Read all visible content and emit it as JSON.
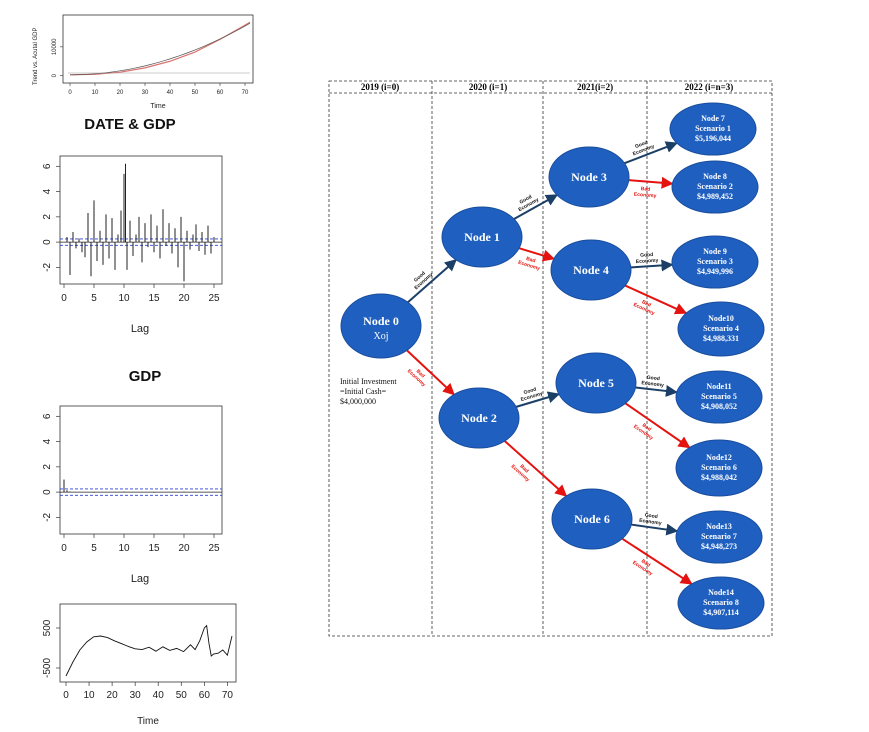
{
  "charts": {
    "trend": {
      "ylabel": "Trend vs. Acutal GDP",
      "xlabel": "Time",
      "xticks": [
        "0",
        "10",
        "20",
        "30",
        "40",
        "50",
        "60",
        "70"
      ],
      "yticks": [
        "0",
        "10000"
      ]
    },
    "acf1": {
      "title": "DATE & GDP",
      "xlabel": "Lag",
      "xticks": [
        "0",
        "5",
        "10",
        "15",
        "20",
        "25"
      ],
      "yticks": [
        "-2",
        "0",
        "2",
        "4",
        "6"
      ]
    },
    "acf2": {
      "title": "GDP",
      "xlabel": "Lag",
      "xticks": [
        "0",
        "5",
        "10",
        "15",
        "20",
        "25"
      ],
      "yticks": [
        "-2",
        "0",
        "2",
        "4",
        "6"
      ]
    },
    "resid": {
      "xlabel": "Time",
      "xticks": [
        "0",
        "10",
        "20",
        "30",
        "40",
        "50",
        "60",
        "70"
      ],
      "yticks": [
        "-500",
        "500"
      ]
    }
  },
  "chart_data": [
    {
      "type": "line",
      "xlabel": "Time",
      "ylabel": "Trend vs. Acutal GDP",
      "xlim": [
        0,
        72
      ],
      "ylim": [
        -1500,
        20000
      ],
      "series": [
        {
          "x": [
            0,
            10,
            20,
            30,
            40,
            50,
            60,
            72
          ],
          "y": [
            300,
            500,
            1200,
            2700,
            5000,
            8200,
            12600,
            18500
          ]
        }
      ]
    },
    {
      "type": "bar",
      "title": "DATE & GDP",
      "xlabel": "Lag",
      "xlim": [
        0,
        26
      ],
      "ylim": [
        -3,
        6.5
      ],
      "x": [
        0.5,
        1,
        1.5,
        2,
        2.5,
        3,
        3.5,
        4,
        4.5,
        5,
        5.5,
        6,
        6.5,
        7,
        7.5,
        8,
        8.5,
        9,
        9.5,
        10,
        10.25,
        10.5,
        11,
        11.5,
        12,
        12.5,
        13,
        13.5,
        14,
        14.5,
        15,
        15.5,
        16,
        16.5,
        17,
        17.5,
        18,
        18.5,
        19,
        19.5,
        20,
        20.5,
        21,
        21.5,
        22,
        22.5,
        23,
        23.5,
        24,
        24.5,
        25
      ],
      "values": [
        0.4,
        -2.6,
        0.8,
        -0.5,
        0.3,
        -0.8,
        -1.2,
        2.3,
        -2.7,
        3.3,
        -1.5,
        0.9,
        -1.8,
        2.2,
        -1.3,
        1.9,
        -2.2,
        0.6,
        2.5,
        5.4,
        6.2,
        -2.2,
        1.7,
        -1.1,
        0.6,
        2.0,
        -1.6,
        1.5,
        -0.4,
        2.2,
        -0.8,
        1.3,
        -1.3,
        2.6,
        -0.3,
        1.5,
        -0.9,
        1.1,
        -2.0,
        2.0,
        -3.1,
        0.9,
        -0.6,
        0.6,
        1.4,
        -0.7,
        0.8,
        -1.0,
        1.3,
        -0.9,
        0.4
      ]
    },
    {
      "type": "bar",
      "title": "GDP",
      "xlabel": "Lag",
      "xlim": [
        0,
        26
      ],
      "ylim": [
        -3,
        6.5
      ],
      "x": [
        0,
        0.5,
        1,
        5,
        10,
        15,
        20,
        25
      ],
      "values": [
        1.0,
        0.15,
        0.05,
        -0.05,
        0.05,
        -0.05,
        0.04,
        -0.03
      ]
    },
    {
      "type": "line",
      "xlabel": "Time",
      "xlim": [
        0,
        72
      ],
      "ylim": [
        -750,
        1000
      ],
      "series": [
        {
          "x": [
            0,
            3,
            6,
            9,
            12,
            15,
            18,
            21,
            24,
            27,
            30,
            33,
            36,
            39,
            42,
            45,
            48,
            51,
            54,
            56,
            58,
            60,
            61,
            62,
            63,
            64,
            66,
            68,
            70,
            72
          ],
          "y": [
            -700,
            -350,
            -50,
            150,
            280,
            300,
            260,
            180,
            110,
            40,
            -20,
            -40,
            20,
            -80,
            30,
            -60,
            -10,
            -90,
            80,
            -40,
            180,
            500,
            560,
            120,
            -200,
            -150,
            -130,
            -50,
            -180,
            300
          ]
        }
      ]
    }
  ],
  "diagram": {
    "columns": [
      "2019 (i=0)",
      "2020 (i=1)",
      "2021(i=2)",
      "2022 (i=n=3)"
    ],
    "initial": {
      "line1": "Initial Investment",
      "line2": "=Initial Cash=",
      "line3": "$4,000,000"
    },
    "nodes": {
      "n0": {
        "title": "Node 0",
        "sub": "Xoj"
      },
      "n1": {
        "title": "Node 1"
      },
      "n2": {
        "title": "Node 2"
      },
      "n3": {
        "title": "Node 3"
      },
      "n4": {
        "title": "Node 4"
      },
      "n5": {
        "title": "Node 5"
      },
      "n6": {
        "title": "Node 6"
      },
      "n7": {
        "title": "Node 7",
        "scenario": "Scenario 1",
        "value": "$5,196,044"
      },
      "n8": {
        "title": "Node 8",
        "scenario": "Scenario 2",
        "value": "$4,989,452"
      },
      "n9": {
        "title": "Node 9",
        "scenario": "Scenario 3",
        "value": "$4,949,996"
      },
      "n10": {
        "title": "Node10",
        "scenario": "Scenario 4",
        "value": "$4,988,331"
      },
      "n11": {
        "title": "Node11",
        "scenario": "Scenario 5",
        "value": "$4,908,052"
      },
      "n12": {
        "title": "Node12",
        "scenario": "Scenario 6",
        "value": "$4,988,042"
      },
      "n13": {
        "title": "Node13",
        "scenario": "Scenario 7",
        "value": "$4,948,273"
      },
      "n14": {
        "title": "Node14",
        "scenario": "Scenario 8",
        "value": "$4,907,114"
      }
    },
    "edge_labels": {
      "good": "Good Economy",
      "bad": "Bad Economy"
    },
    "colors": {
      "node": "#1f5fbf",
      "good_edge": "#1b3f66",
      "bad_edge": "#e5130f"
    }
  }
}
